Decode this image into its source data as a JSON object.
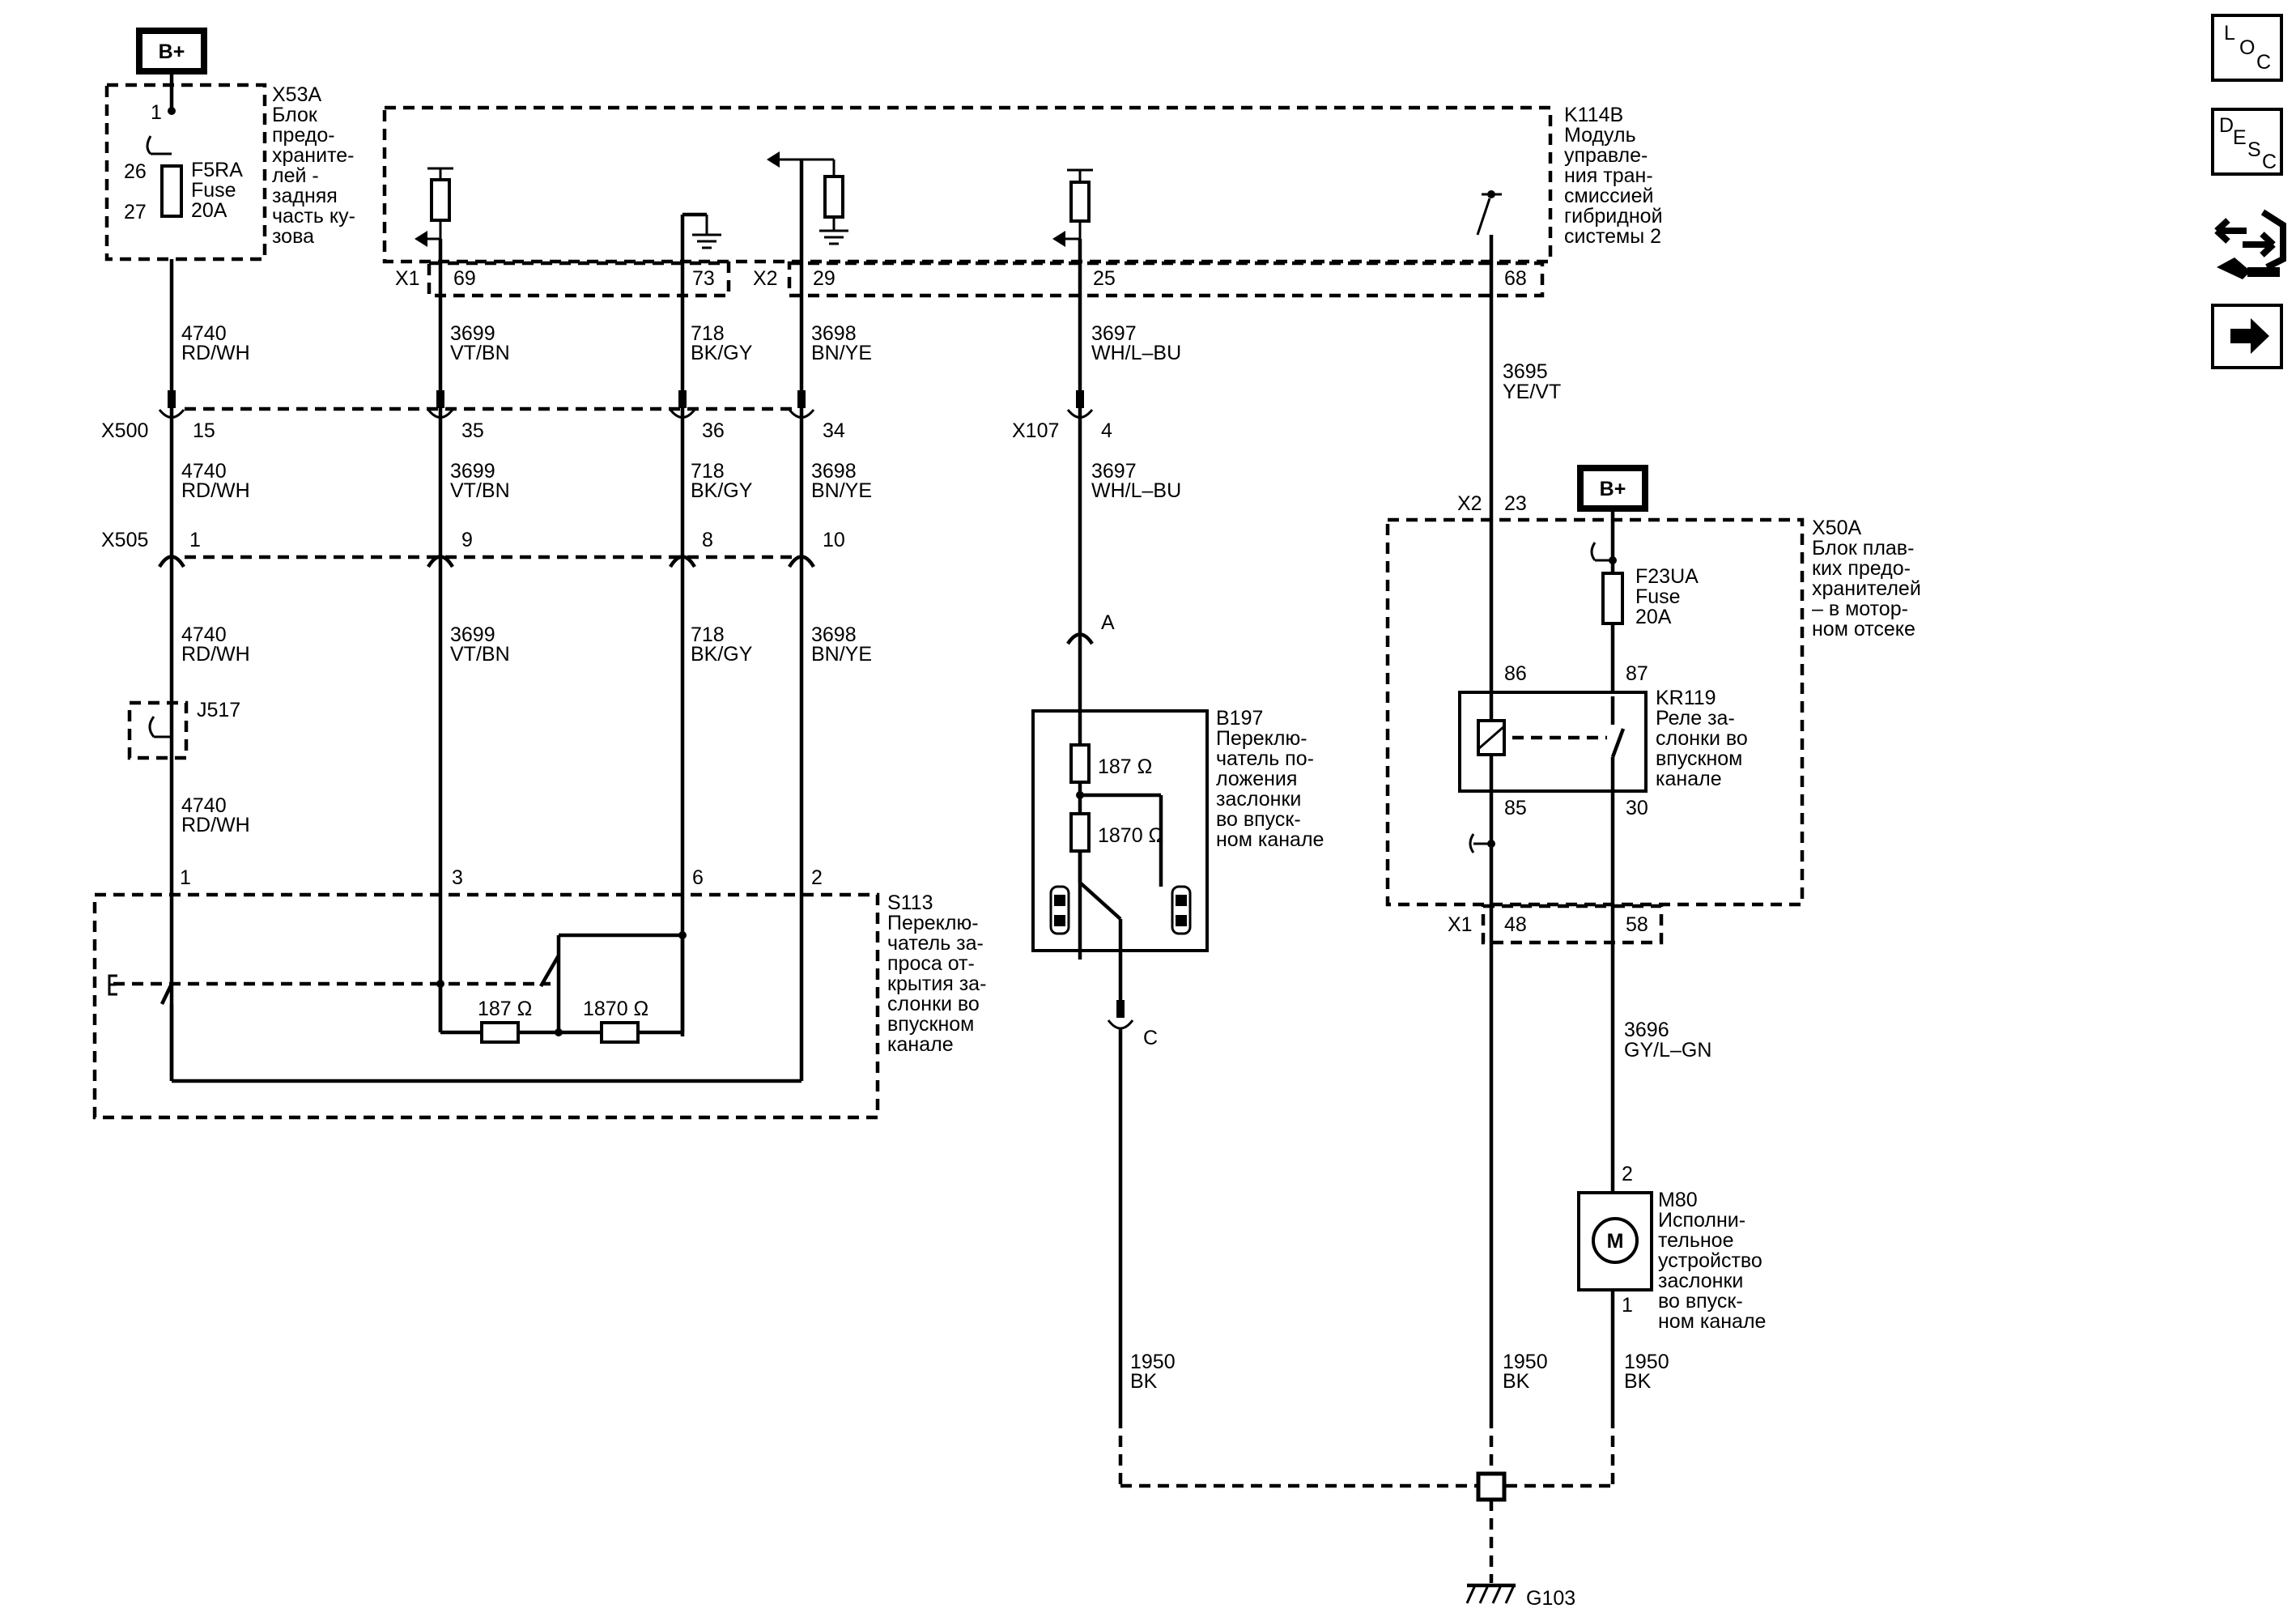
{
  "power": {
    "bplus": "B+"
  },
  "x53a": {
    "id": "X53A",
    "desc": [
      "Блок",
      "предо-",
      "храните-",
      "лей -",
      "задняя",
      "часть ку-",
      "зова"
    ],
    "pin_top": "1",
    "pin_in": "26",
    "pin_out": "27"
  },
  "f5ra": {
    "name": "F5RA",
    "type": "Fuse",
    "rating": "20A"
  },
  "k114b": {
    "id": "K114B",
    "desc": [
      "Модуль",
      "управле-",
      "ния тран-",
      "смиссией",
      "гибридной",
      "системы 2"
    ],
    "x1": "X1",
    "x2": "X2"
  },
  "module_pins": {
    "p69": "69",
    "p73": "73",
    "p29": "29",
    "p25": "25",
    "p68": "68"
  },
  "wires": {
    "w4740": {
      "num": "4740",
      "color": "RD/WH"
    },
    "w3699": {
      "num": "3699",
      "color": "VT/BN"
    },
    "w718": {
      "num": "718",
      "color": "BK/GY"
    },
    "w3698": {
      "num": "3698",
      "color": "BN/YE"
    },
    "w3697": {
      "num": "3697",
      "color": "WH/L–BU"
    },
    "w3695": {
      "num": "3695",
      "color": "YE/VT"
    },
    "w3696": {
      "num": "3696",
      "color": "GY/L–GN"
    },
    "w1950": {
      "num": "1950",
      "color": "BK"
    }
  },
  "x500": {
    "id": "X500",
    "pins": [
      "15",
      "35",
      "36",
      "34"
    ]
  },
  "x505": {
    "id": "X505",
    "pins": [
      "1",
      "9",
      "8",
      "10"
    ]
  },
  "x107": {
    "id": "X107",
    "pin": "4"
  },
  "j517": {
    "id": "J517"
  },
  "s113": {
    "id": "S113",
    "desc": [
      "Переклю-",
      "чатель за-",
      "проса от-",
      "крытия за-",
      "слонки во",
      "впускном",
      "канале"
    ],
    "pins": [
      "1",
      "3",
      "6",
      "2"
    ],
    "r1": "187 Ω",
    "r2": "1870 Ω"
  },
  "b197": {
    "id": "B197",
    "desc": [
      "Переклю-",
      "чатель по-",
      "ложения",
      "заслонки",
      "во впуск-",
      "ном канале"
    ],
    "pin_a": "A",
    "pin_c": "C",
    "r1": "187 Ω",
    "r2": "1870 Ω"
  },
  "x50a": {
    "id": "X50A",
    "desc": [
      "Блок плав-",
      "ких предо-",
      "хранителей",
      "– в мотор-",
      "ном отсеке"
    ],
    "x2": "X2",
    "x2pin": "23",
    "x1": "X1",
    "x1pins": [
      "48",
      "58"
    ]
  },
  "f23ua": {
    "name": "F23UA",
    "type": "Fuse",
    "rating": "20A"
  },
  "kr119": {
    "id": "KR119",
    "desc": [
      "Реле за-",
      "слонки во",
      "впускном",
      "канале"
    ],
    "pins": [
      "86",
      "87",
      "85",
      "30"
    ]
  },
  "m80": {
    "id": "M80",
    "desc": [
      "Исполни-",
      "тельное",
      "устройство",
      "заслонки",
      "во впуск-",
      "ном канале"
    ],
    "pin2": "2",
    "pin1": "1",
    "symbol": "M"
  },
  "ground": {
    "id": "G103"
  },
  "side_icons": [
    {
      "name": "loc-icon",
      "letters": [
        "L",
        "O",
        "C"
      ]
    },
    {
      "name": "desc-icon",
      "letters": [
        "D",
        "E",
        "S",
        "C"
      ]
    },
    {
      "name": "connector-tool-icon"
    },
    {
      "name": "next-arrow-icon"
    }
  ]
}
